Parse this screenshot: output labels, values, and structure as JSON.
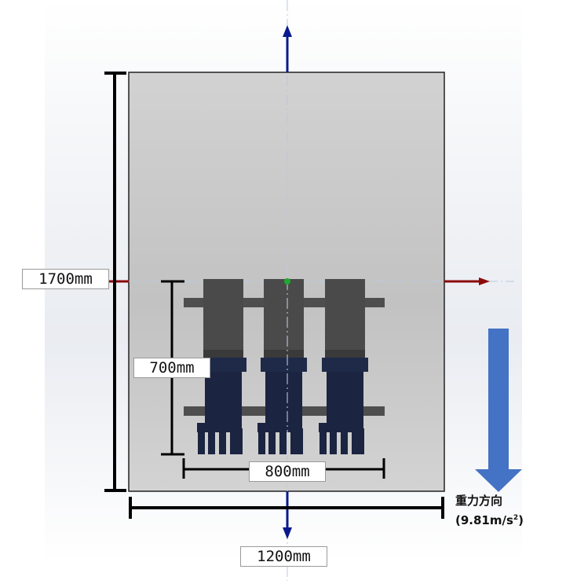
{
  "dimensions": {
    "height": "1700mm",
    "width": "1200mm",
    "device_height": "700mm",
    "device_width": "800mm"
  },
  "gravity": {
    "label": "重力方向",
    "value": "(9.81m/s",
    "exponent": "2",
    "close": ")"
  },
  "colors": {
    "panel": "#c6c6c6",
    "vertical_axis": "#0a1a8c",
    "horizontal_axis": "#8c0a0a",
    "gravity_arrow": "#4472c4",
    "device_top": "#4a4a4a",
    "device_bottom": "#1b2440"
  }
}
